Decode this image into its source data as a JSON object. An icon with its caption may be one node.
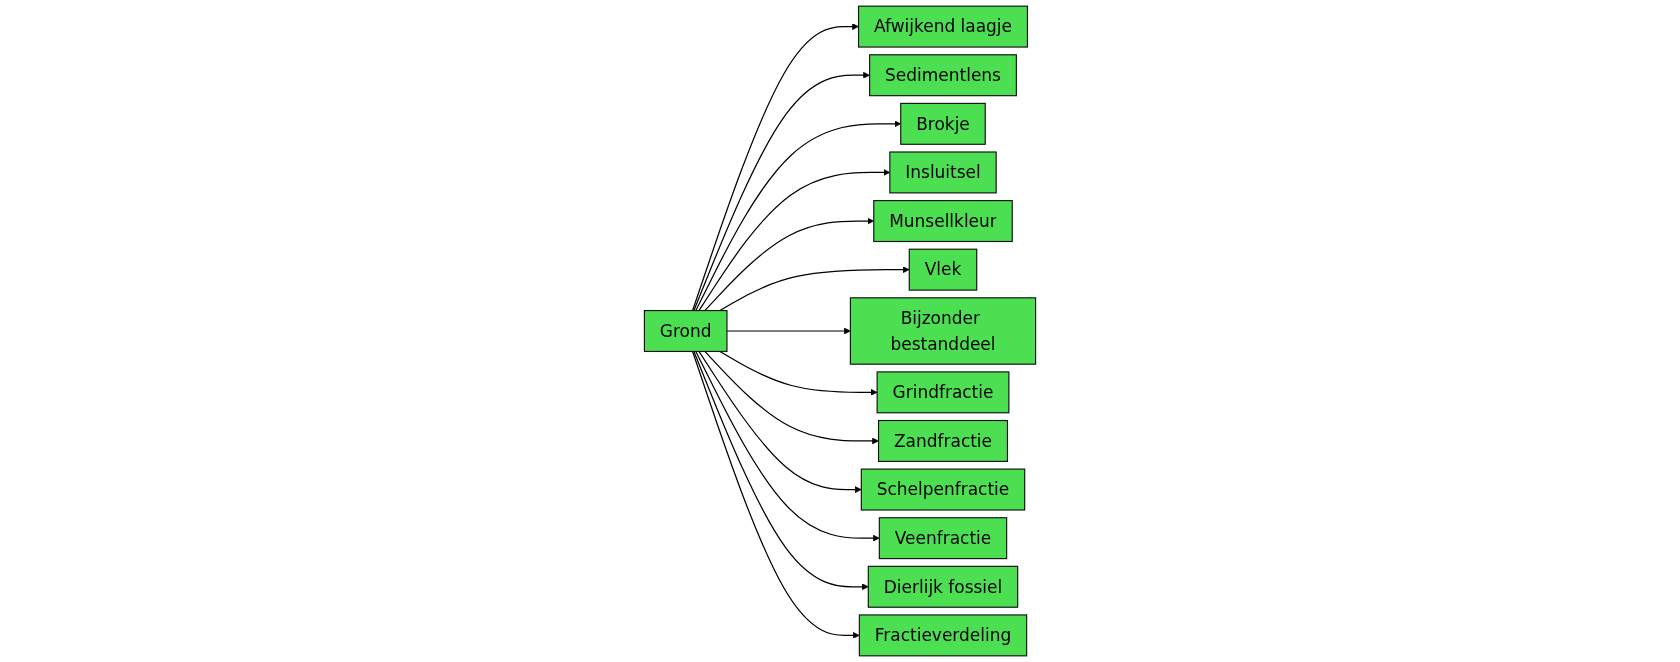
{
  "diagram": {
    "nodes": [
      {
        "text": [
          "Grond"
        ]
      },
      {
        "text": [
          "Afwijkend laagje"
        ]
      },
      {
        "text": [
          "Sedimentlens"
        ]
      },
      {
        "text": [
          "Brokje"
        ]
      },
      {
        "text": [
          "Insluitsel"
        ]
      },
      {
        "text": [
          "Munsellkleur"
        ]
      },
      {
        "text": [
          "Vlek"
        ]
      },
      {
        "text": [
          "Bijzonder bestanddeel"
        ]
      },
      {
        "text": [
          "Grindfractie"
        ]
      },
      {
        "text": [
          "Zandfractie"
        ]
      },
      {
        "text": [
          "Schelpenfractie"
        ]
      },
      {
        "text": [
          "Veenfractie"
        ]
      },
      {
        "text": [
          "Dierlijk fossiel"
        ]
      },
      {
        "text": [
          "Fractieverdeling"
        ]
      }
    ],
    "edges": [
      {
        "from": 0,
        "to": 1,
        "arrow": "to"
      },
      {
        "from": 0,
        "to": 2,
        "arrow": "to"
      },
      {
        "from": 0,
        "to": 3,
        "arrow": "to"
      },
      {
        "from": 0,
        "to": 4,
        "arrow": "to"
      },
      {
        "from": 0,
        "to": 5,
        "arrow": "to"
      },
      {
        "from": 0,
        "to": 6,
        "arrow": "to"
      },
      {
        "from": 0,
        "to": 7,
        "arrow": "to"
      },
      {
        "from": 0,
        "to": 8,
        "arrow": "to"
      },
      {
        "from": 0,
        "to": 9,
        "arrow": "to"
      },
      {
        "from": 0,
        "to": 10,
        "arrow": "to"
      },
      {
        "from": 0,
        "to": 11,
        "arrow": "to"
      },
      {
        "from": 0,
        "to": 12,
        "arrow": "to"
      },
      {
        "from": 0,
        "to": 13,
        "arrow": "to"
      }
    ]
  }
}
